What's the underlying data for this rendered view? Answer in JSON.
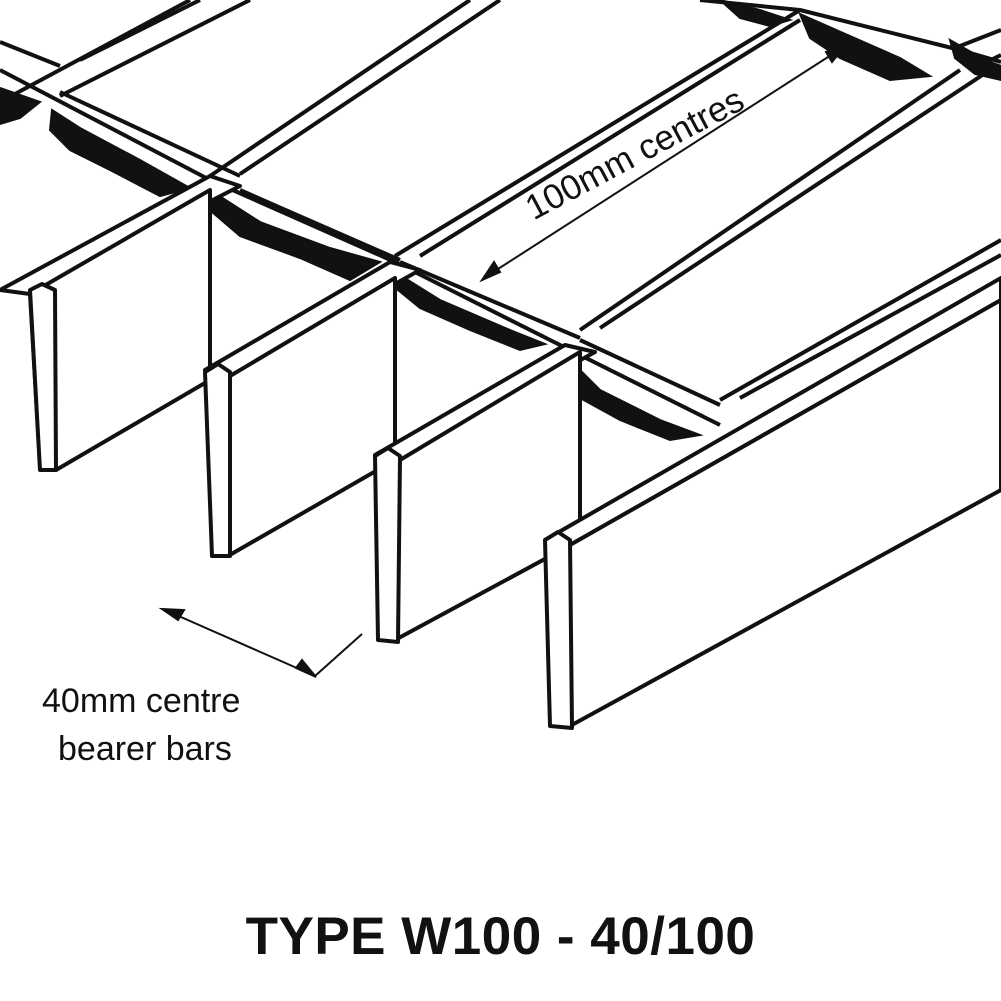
{
  "diagram": {
    "title": "TYPE W100 - 40/100",
    "bearer_spacing_label": {
      "line1": "40mm centre",
      "line2": "bearer bars"
    },
    "crossbar_spacing_label": "100mm centres",
    "colors": {
      "line": "#111111",
      "fill": "#ffffff",
      "shadow": "#111111"
    }
  }
}
